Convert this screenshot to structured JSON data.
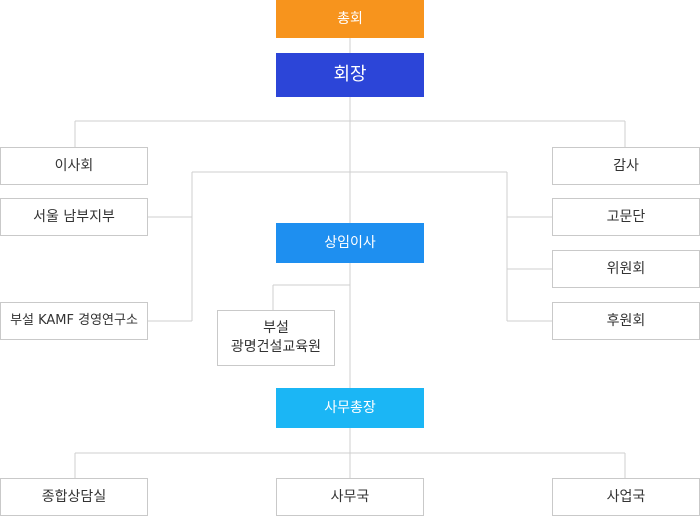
{
  "colors": {
    "assembly": "#f7941d",
    "president": "#2c45d8",
    "standing": "#1e8ff0",
    "secretariat": "#1bb6f5",
    "connector": "#cfcfcf",
    "border": "#c9c9c9",
    "text": "#333333"
  },
  "nodes": {
    "assembly": "총회",
    "president": "회장",
    "board": "이사회",
    "seoul_branch": "서울 남부지부",
    "kamf_institute": "부설 KAMF 경영연구소",
    "audit": "감사",
    "advisory": "고문단",
    "committee": "위원회",
    "sponsor": "후원회",
    "standing_directors": "상임이사",
    "education_center": "부설\n광명건설교육원",
    "secretary_general": "사무총장",
    "consulting": "종합상담실",
    "secretariat_office": "사무국",
    "business_office": "사업국"
  }
}
